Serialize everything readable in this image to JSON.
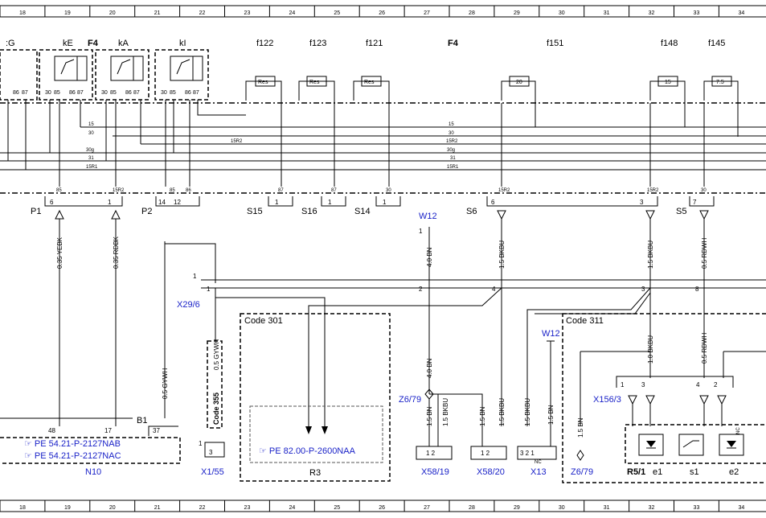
{
  "ruler": {
    "columns": [
      "18",
      "19",
      "20",
      "21",
      "22",
      "23",
      "24",
      "25",
      "26",
      "27",
      "28",
      "29",
      "30",
      "31",
      "32",
      "33",
      "34"
    ]
  },
  "header": {
    "g_partial": ":G",
    "kE": "kE",
    "f4_left": "F4",
    "kA": "kA",
    "kI": "kI",
    "f122": "f122",
    "f123": "f123",
    "f121": "f121",
    "f4_center": "F4",
    "f151": "f151",
    "f148": "f148",
    "f145": "f145"
  },
  "relays": {
    "g_pins": [
      "86",
      "87"
    ],
    "ke_pins": [
      "30",
      "85",
      "86",
      "87"
    ],
    "ka_pins": [
      "30",
      "85",
      "86",
      "87"
    ],
    "ki_pins": [
      "30",
      "85",
      "86",
      "87"
    ]
  },
  "fuses": {
    "f122": "Res",
    "f123": "Res",
    "f121": "Res",
    "f151": "20",
    "f148": "15",
    "f145": "7.5"
  },
  "bus": [
    "15",
    "30",
    "15R2",
    "30g",
    "31",
    "15R1"
  ],
  "pins": {
    "p1_a": "85",
    "p1_b": "15R2",
    "p2_a": "85",
    "p2_b": "86",
    "s15": "87",
    "s16": "87",
    "s14": "30",
    "s6": "15R2",
    "s5_a": "15R2",
    "s5_b": "30"
  },
  "terminals": {
    "p1": "P1",
    "p1_n1": "6",
    "p1_n2": "1",
    "p2": "P2",
    "p2_n1": "14",
    "p2_n2": "12",
    "s15": "S15",
    "s15_n": "1",
    "s16": "S16",
    "s16_n": "1",
    "s14": "S14",
    "s14_n": "1",
    "s6": "S6",
    "s6_n1": "6",
    "s6_n2": "3",
    "s5": "S5",
    "s5_n": "7"
  },
  "connectors": {
    "w12_top": "W12",
    "w12_pin": "1",
    "x29_6": "X29/6",
    "w12_right": "W12",
    "z6_79": "Z6/79",
    "x156_3": "X156/3"
  },
  "wires": {
    "yebk": "0.35 YEBK",
    "rdbk": "0.35 RDBK",
    "bn40": "4.0 BN",
    "bkbu15": "1.5 BKBU",
    "rdwh05": "0.5 RDWH",
    "bkbu10": "1.0 BKBU",
    "bn15": "1.5 BN",
    "gywh05": "0.5 GYWH"
  },
  "splice": {
    "pin1": "1",
    "pin1b": "1",
    "pin2": "2",
    "pin4": "4",
    "pin3": "3",
    "pin8": "8"
  },
  "codes": {
    "c301": "Code 301",
    "c311": "Code 311",
    "c355": "Code 355"
  },
  "refs": {
    "pe8200": "☞ PE 82.00-P-2600NAA"
  },
  "components": {
    "r3": "R3",
    "r5_1": "R5/1",
    "e1": "e1",
    "s1": "s1",
    "e2": "e2",
    "nc": "NC"
  },
  "x156": {
    "pin1": "1",
    "pin3": "3",
    "pin4": "4",
    "pin2": "2"
  },
  "bottom": {
    "x58_19_pins": "1  2",
    "x58_19": "X58/19",
    "x58_20_pins": "1  2",
    "x58_20": "X58/20",
    "x13_pins": "3  2  1",
    "x13_nc": "NC",
    "x13": "X13",
    "x1_55_pin1": "1",
    "x1_55_pin3": "3",
    "x1_55": "X1/55",
    "b1": "B1",
    "b1_pin": "37"
  },
  "n10": {
    "pin48": "48",
    "pin17": "17",
    "ref1": "☞ PE 54.21-P-2127NAB",
    "ref2": "☞ PE 54.21-P-2127NAC",
    "label": "N10"
  }
}
